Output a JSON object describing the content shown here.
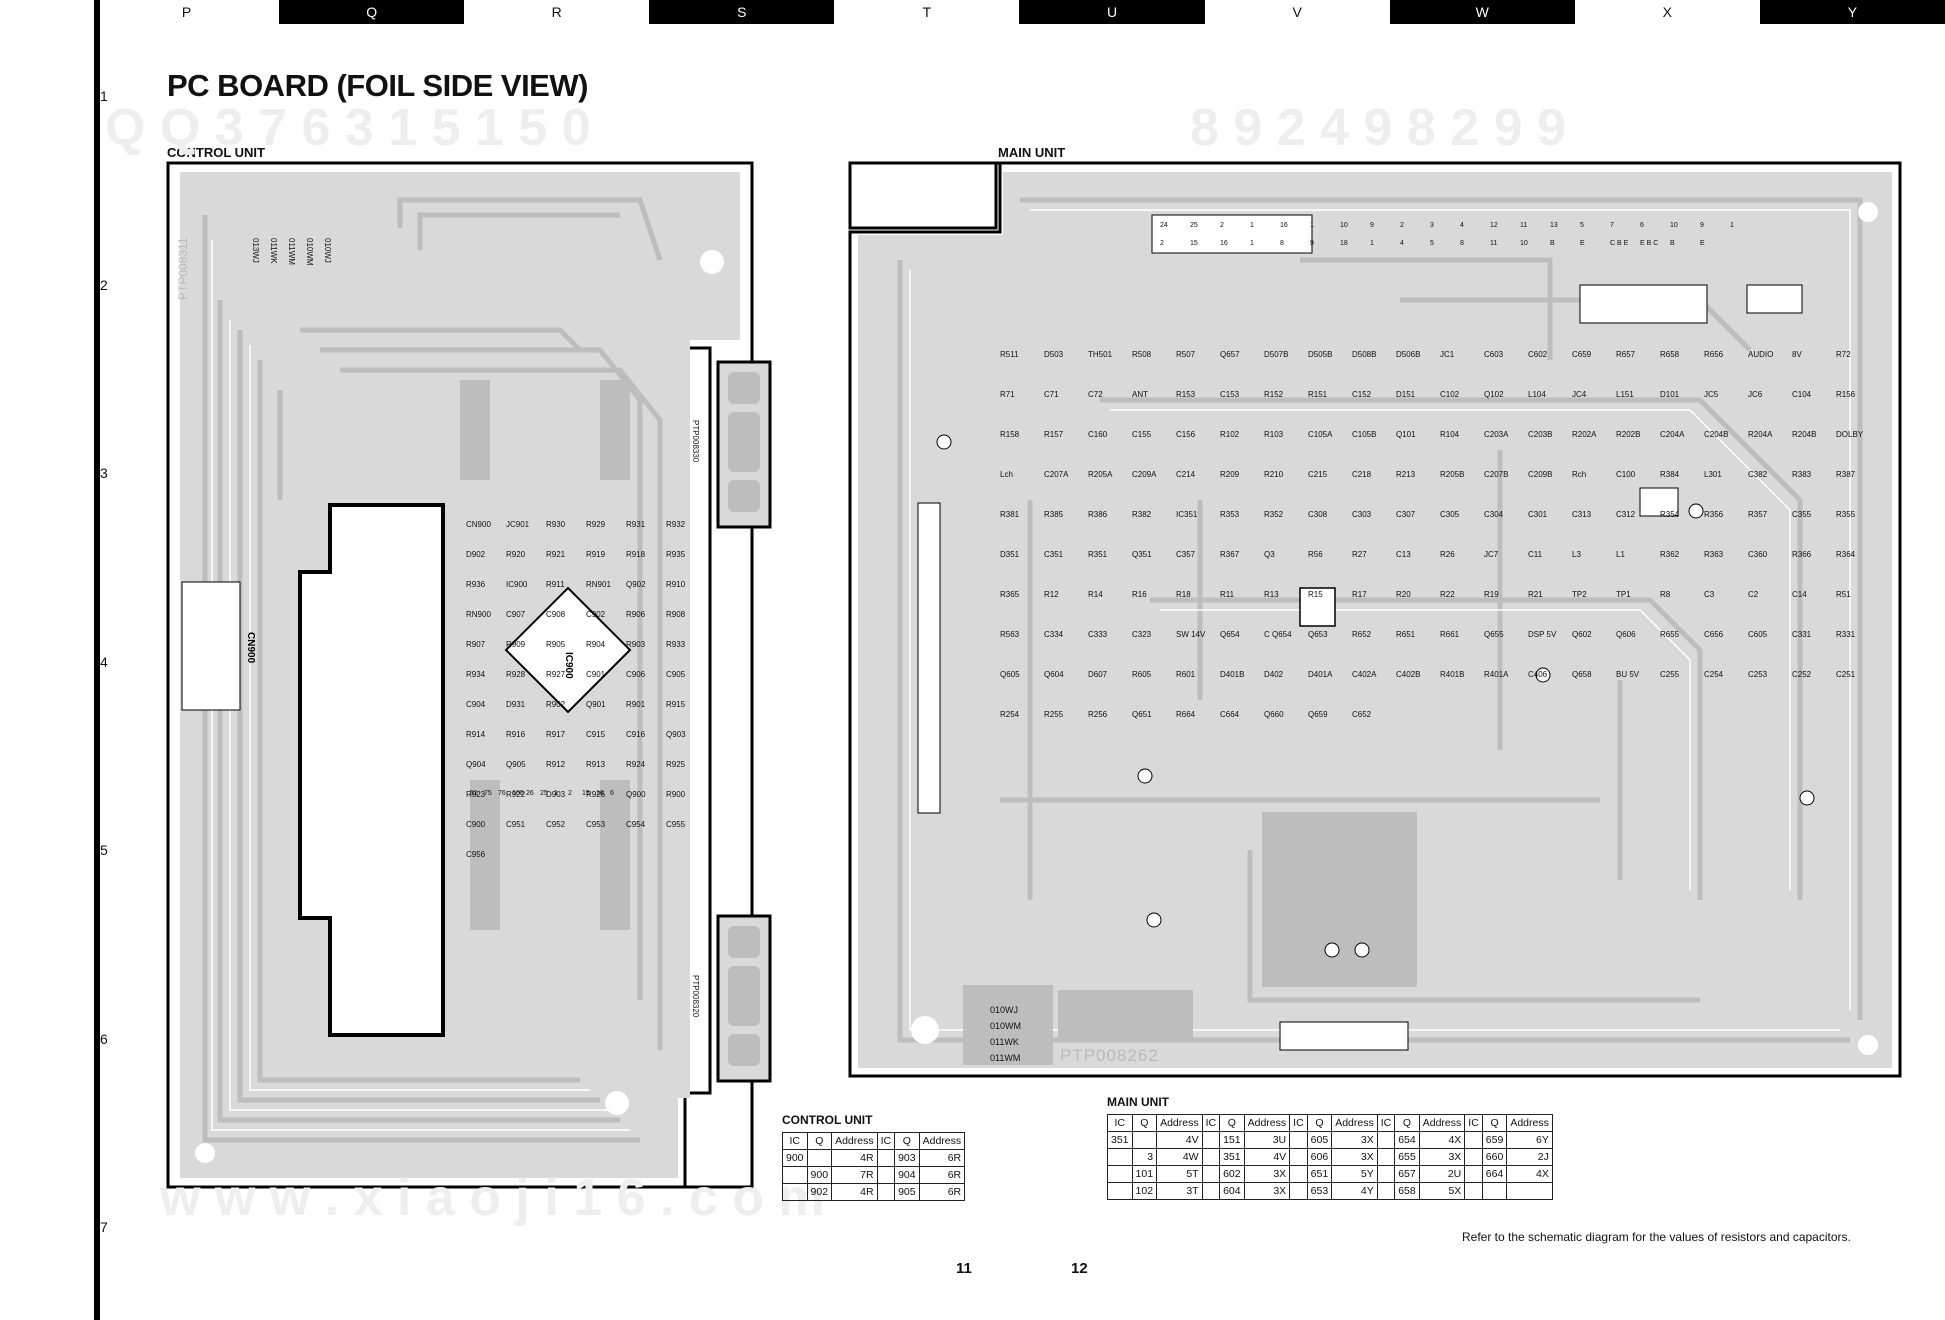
{
  "column_letters": [
    "P",
    "Q",
    "R",
    "S",
    "T",
    "U",
    "V",
    "W",
    "X",
    "Y"
  ],
  "row_numbers": [
    "1",
    "2",
    "3",
    "4",
    "5",
    "6",
    "7"
  ],
  "title": "PC BOARD (FOIL SIDE VIEW)",
  "control_unit": {
    "label": "CONTROL UNIT",
    "pcb_code": "PTP008311",
    "left_variants": [
      "013WJ",
      "011WK",
      "011WM",
      "010WM",
      "010WJ"
    ],
    "side_code_1": "PTP008330",
    "side_code_2": "PTP008320",
    "parts": [
      "CN900",
      "JC901",
      "R930",
      "R929",
      "R931",
      "R932",
      "D902",
      "R920",
      "R921",
      "R919",
      "R918",
      "R935",
      "R936",
      "IC900",
      "R911",
      "RN901",
      "Q902",
      "R910",
      "RN900",
      "C907",
      "C908",
      "C902",
      "R906",
      "R908",
      "R907",
      "R909",
      "R905",
      "R904",
      "R903",
      "R933",
      "R934",
      "R928",
      "R927",
      "C901",
      "C906",
      "C905",
      "C904",
      "D931",
      "R902",
      "Q901",
      "R901",
      "R915",
      "R914",
      "R916",
      "R917",
      "C915",
      "C916",
      "Q903",
      "Q904",
      "Q905",
      "R912",
      "R913",
      "R924",
      "R925",
      "R923",
      "R922",
      "D903",
      "R926",
      "Q900",
      "R900",
      "C900",
      "C951",
      "C952",
      "C953",
      "C954",
      "C955",
      "C956"
    ],
    "pin_labels": [
      "51",
      "75",
      "76",
      "100",
      "26",
      "25",
      "1",
      "2",
      "15",
      "16",
      "6"
    ]
  },
  "main_unit": {
    "label": "MAIN UNIT",
    "pcb_code": "PTP008262",
    "variants": [
      "010WJ",
      "010WM",
      "011WK",
      "011WM"
    ],
    "parts": [
      "R511",
      "D503",
      "TH501",
      "R508",
      "R507",
      "Q657",
      "D507B",
      "D505B",
      "D508B",
      "D506B",
      "JC1",
      "C603",
      "C602",
      "C659",
      "R657",
      "R658",
      "R656",
      "AUDIO",
      "8V",
      "R72",
      "R71",
      "C71",
      "C72",
      "ANT",
      "R153",
      "C153",
      "R152",
      "R151",
      "C152",
      "D151",
      "C102",
      "Q102",
      "L104",
      "JC4",
      "L151",
      "D101",
      "JC5",
      "JC6",
      "C104",
      "R156",
      "R158",
      "R157",
      "C160",
      "C155",
      "C156",
      "R102",
      "R103",
      "C105A",
      "C105B",
      "Q101",
      "R104",
      "C203A",
      "C203B",
      "R202A",
      "R202B",
      "C204A",
      "C204B",
      "R204A",
      "R204B",
      "DOLBY",
      "Lch",
      "C207A",
      "R205A",
      "C209A",
      "C214",
      "R209",
      "R210",
      "C215",
      "C218",
      "R213",
      "R205B",
      "C207B",
      "C209B",
      "Rch",
      "C100",
      "R384",
      "L301",
      "C382",
      "R383",
      "R387",
      "R381",
      "R385",
      "R386",
      "R382",
      "IC351",
      "R353",
      "R352",
      "C308",
      "C303",
      "C307",
      "C305",
      "C304",
      "C301",
      "C313",
      "C312",
      "R354",
      "R356",
      "R357",
      "C355",
      "R355",
      "D351",
      "C351",
      "R351",
      "Q351",
      "C357",
      "R367",
      "Q3",
      "R56",
      "R27",
      "C13",
      "R26",
      "JC7",
      "C11",
      "L3",
      "L1",
      "R362",
      "R363",
      "C360",
      "R366",
      "R364",
      "R365",
      "R12",
      "R14",
      "R16",
      "R18",
      "R11",
      "R13",
      "R15",
      "R17",
      "R20",
      "R22",
      "R19",
      "R21",
      "TP2",
      "TP1",
      "R8",
      "C3",
      "C2",
      "C14",
      "R51",
      "R563",
      "C334",
      "C333",
      "C323",
      "SW 14V",
      "Q654",
      "C Q654",
      "Q653",
      "R652",
      "R651",
      "R661",
      "Q655",
      "DSP 5V",
      "Q602",
      "Q606",
      "R655",
      "C656",
      "C605",
      "C331",
      "R331",
      "Q605",
      "Q604",
      "D607",
      "R605",
      "R601",
      "D401B",
      "D402",
      "D401A",
      "C402A",
      "C402B",
      "R401B",
      "R401A",
      "C406",
      "Q658",
      "BU 5V",
      "C255",
      "C254",
      "C253",
      "C252",
      "C251",
      "R254",
      "R255",
      "R256",
      "Q651",
      "R664",
      "C664",
      "Q660",
      "Q659",
      "C652"
    ],
    "connector_labels": [
      "24",
      "25",
      "2",
      "1",
      "16",
      "1",
      "10",
      "9",
      "2",
      "3",
      "4",
      "12",
      "11",
      "13",
      "5",
      "7",
      "6",
      "10",
      "9",
      "1",
      "2",
      "15",
      "16",
      "1",
      "8",
      "9",
      "18",
      "1",
      "4",
      "5",
      "8",
      "11",
      "10",
      "B",
      "E",
      "C B E",
      "E B C",
      "B",
      "E"
    ]
  },
  "control_table": {
    "title": "CONTROL UNIT",
    "headers": [
      "IC",
      "Q",
      "Address",
      "IC",
      "Q",
      "Address"
    ],
    "rows": [
      [
        "900",
        "",
        "4R",
        "",
        "903",
        "6R"
      ],
      [
        "",
        "900",
        "7R",
        "",
        "904",
        "6R"
      ],
      [
        "",
        "902",
        "4R",
        "",
        "905",
        "6R"
      ]
    ]
  },
  "main_table": {
    "title": "MAIN UNIT",
    "headers": [
      "IC",
      "Q",
      "Address",
      "IC",
      "Q",
      "Address",
      "IC",
      "Q",
      "Address",
      "IC",
      "Q",
      "Address",
      "IC",
      "Q",
      "Address"
    ],
    "rows": [
      [
        "351",
        "",
        "4V",
        "",
        "151",
        "3U",
        "",
        "605",
        "3X",
        "",
        "654",
        "4X",
        "",
        "659",
        "6Y"
      ],
      [
        "",
        "3",
        "4W",
        "",
        "351",
        "4V",
        "",
        "606",
        "3X",
        "",
        "655",
        "3X",
        "",
        "660",
        "2J"
      ],
      [
        "",
        "101",
        "5T",
        "",
        "602",
        "3X",
        "",
        "651",
        "5Y",
        "",
        "657",
        "2U",
        "",
        "664",
        "4X"
      ],
      [
        "",
        "102",
        "3T",
        "",
        "604",
        "3X",
        "",
        "653",
        "4Y",
        "",
        "658",
        "5X",
        "",
        "",
        ""
      ]
    ]
  },
  "note": "Refer to the schematic diagram for the values of resistors and capacitors.",
  "page_numbers": [
    "11",
    "12"
  ],
  "colors": {
    "board": "#d9d9d9",
    "trace": "#bdbdbd",
    "outline": "#000000",
    "background": "#ffffff"
  }
}
